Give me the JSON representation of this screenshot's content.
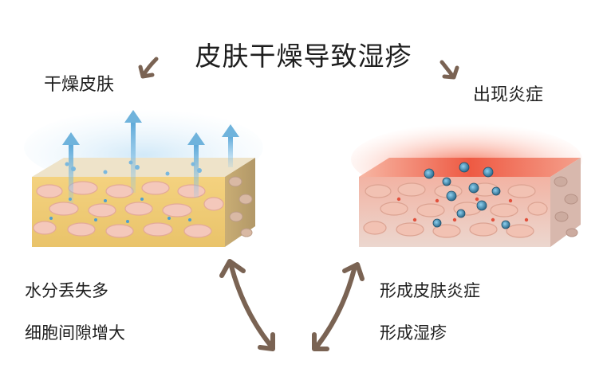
{
  "title": "皮肤干燥导致湿疹",
  "labels": {
    "dry_skin": "干燥皮肤",
    "inflammation": "出现炎症",
    "water_loss": "水分丢失多",
    "cell_gap": "细胞间隙增大",
    "form_inflammation": "形成皮肤炎症",
    "form_eczema": "形成湿疹"
  },
  "colors": {
    "arrow_brown": "#7a6353",
    "water_blue": "#6fb3dc",
    "dry_cell": "#f2c6b9",
    "dry_matrix": "#efc870",
    "inflamed": "#e8705f",
    "immune_cell": "#3f7fa3"
  },
  "icons": {
    "curve_arrow_left": "arrow-down-left",
    "curve_arrow_right": "arrow-down-right",
    "cycle_arrows": "double-headed-arrows"
  }
}
